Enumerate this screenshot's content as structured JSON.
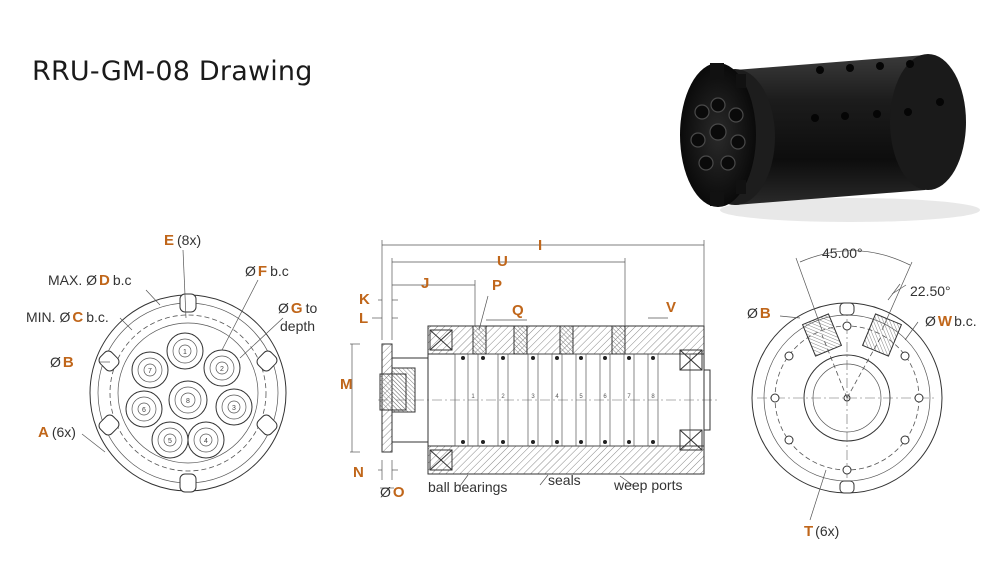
{
  "title": "RRU-GM-08 Drawing",
  "colors": {
    "label_key": "#c0661a",
    "line": "#333333",
    "hatch": "#777777",
    "product_body": "#151515"
  },
  "product_photo": {
    "name": "rotary union product photo"
  },
  "left_view": {
    "max_d": {
      "prefix": "MAX. Ø",
      "key": "D",
      "suffix": "b.c"
    },
    "min_c": {
      "prefix": "MIN. Ø",
      "key": "C",
      "suffix": "b.c."
    },
    "b": {
      "prefix": "Ø",
      "key": "B"
    },
    "a": {
      "key": "A",
      "suffix": "(6x)"
    },
    "e": {
      "key": "E",
      "suffix": "(8x)"
    },
    "f": {
      "prefix": "Ø",
      "key": "F",
      "suffix": "b.c"
    },
    "g": {
      "prefix": "Ø",
      "key": "G",
      "suffix": "to",
      "suffix2": "depth"
    },
    "port_numbers": [
      "1",
      "2",
      "3",
      "4",
      "5",
      "6",
      "7",
      "8"
    ]
  },
  "side_view": {
    "i": "I",
    "u": "U",
    "j": "J",
    "k": "K",
    "l": "L",
    "m": "M",
    "n": "N",
    "o": {
      "prefix": "Ø",
      "key": "O"
    },
    "p": "P",
    "q": "Q",
    "v": "V",
    "callouts": {
      "ball_bearings": "ball bearings",
      "seals": "seals",
      "weep_ports": "weep ports"
    },
    "groove_numbers": [
      "1",
      "2",
      "3",
      "4",
      "5",
      "6",
      "7",
      "8"
    ]
  },
  "right_view": {
    "angle1": "45.00°",
    "angle2": "22.50°",
    "b": {
      "prefix": "Ø",
      "key": "B"
    },
    "w": {
      "prefix": "Ø",
      "key": "W",
      "suffix": "b.c."
    },
    "t": {
      "key": "T",
      "suffix": "(6x)"
    }
  }
}
